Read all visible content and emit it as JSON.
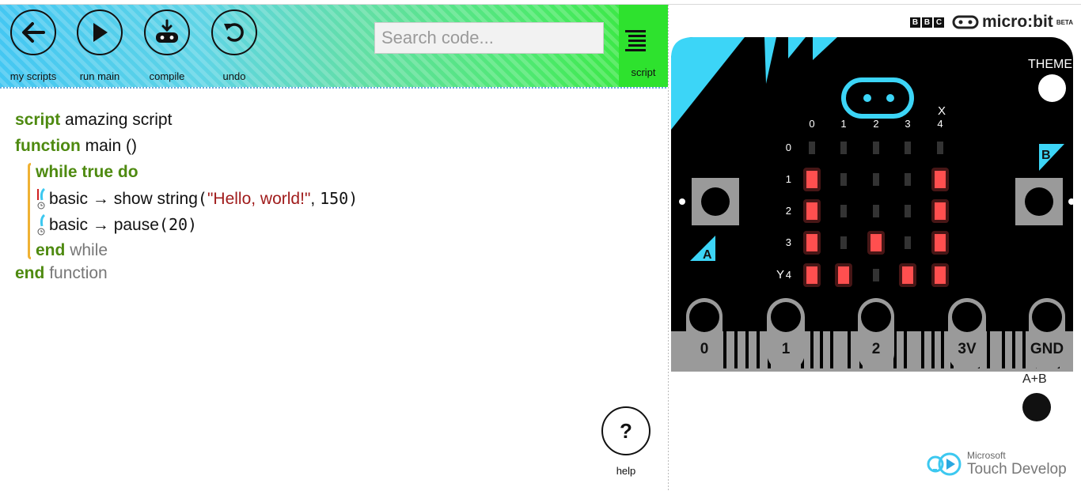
{
  "toolbar": {
    "buttons": [
      {
        "label": "my scripts",
        "icon": "arrow-left-icon"
      },
      {
        "label": "run main",
        "icon": "play-icon"
      },
      {
        "label": "compile",
        "icon": "download-chip-icon"
      },
      {
        "label": "undo",
        "icon": "undo-icon"
      }
    ],
    "search_placeholder": "Search code...",
    "script_label": "script"
  },
  "code": {
    "script_kw": "script",
    "script_name": "amazing script",
    "function_kw": "function",
    "function_sig": "main ()",
    "while_kw": "while",
    "true_kw": "true",
    "do_kw": "do",
    "stmt1_prefix": "basic → show string",
    "stmt1_open": "(",
    "stmt1_str": "\"Hello, world!\"",
    "stmt1_sep": ",",
    "stmt1_num": "150",
    "stmt1_close": ")",
    "stmt2_prefix": "basic → pause",
    "stmt2_num": "(20)",
    "end_kw": "end",
    "end_while": "while",
    "end_function": "function"
  },
  "help_label": "help",
  "simulator": {
    "bbc_letters": [
      "B",
      "B",
      "C"
    ],
    "brand": "micro:bit",
    "brand_sup": "BETA",
    "theme_label": "THEME",
    "ab_label": "A+B",
    "button_a": "A",
    "button_b": "B",
    "axis_x": "X",
    "axis_y": "Y",
    "col_labels": [
      "0",
      "1",
      "2",
      "3",
      "4"
    ],
    "row_labels": [
      "0",
      "1",
      "2",
      "3",
      "4"
    ],
    "leds": [
      [
        0,
        0,
        0,
        0,
        0
      ],
      [
        1,
        0,
        0,
        0,
        1
      ],
      [
        1,
        0,
        0,
        0,
        1
      ],
      [
        1,
        0,
        1,
        0,
        1
      ],
      [
        1,
        1,
        0,
        1,
        1
      ]
    ],
    "pins": [
      "0",
      "1",
      "2",
      "3V",
      "GND"
    ],
    "accent_color": "#3cd5f7",
    "led_on_color": "#ff4f4f"
  },
  "footer": {
    "ms_line1": "Microsoft",
    "ms_line2": "Touch Develop"
  }
}
